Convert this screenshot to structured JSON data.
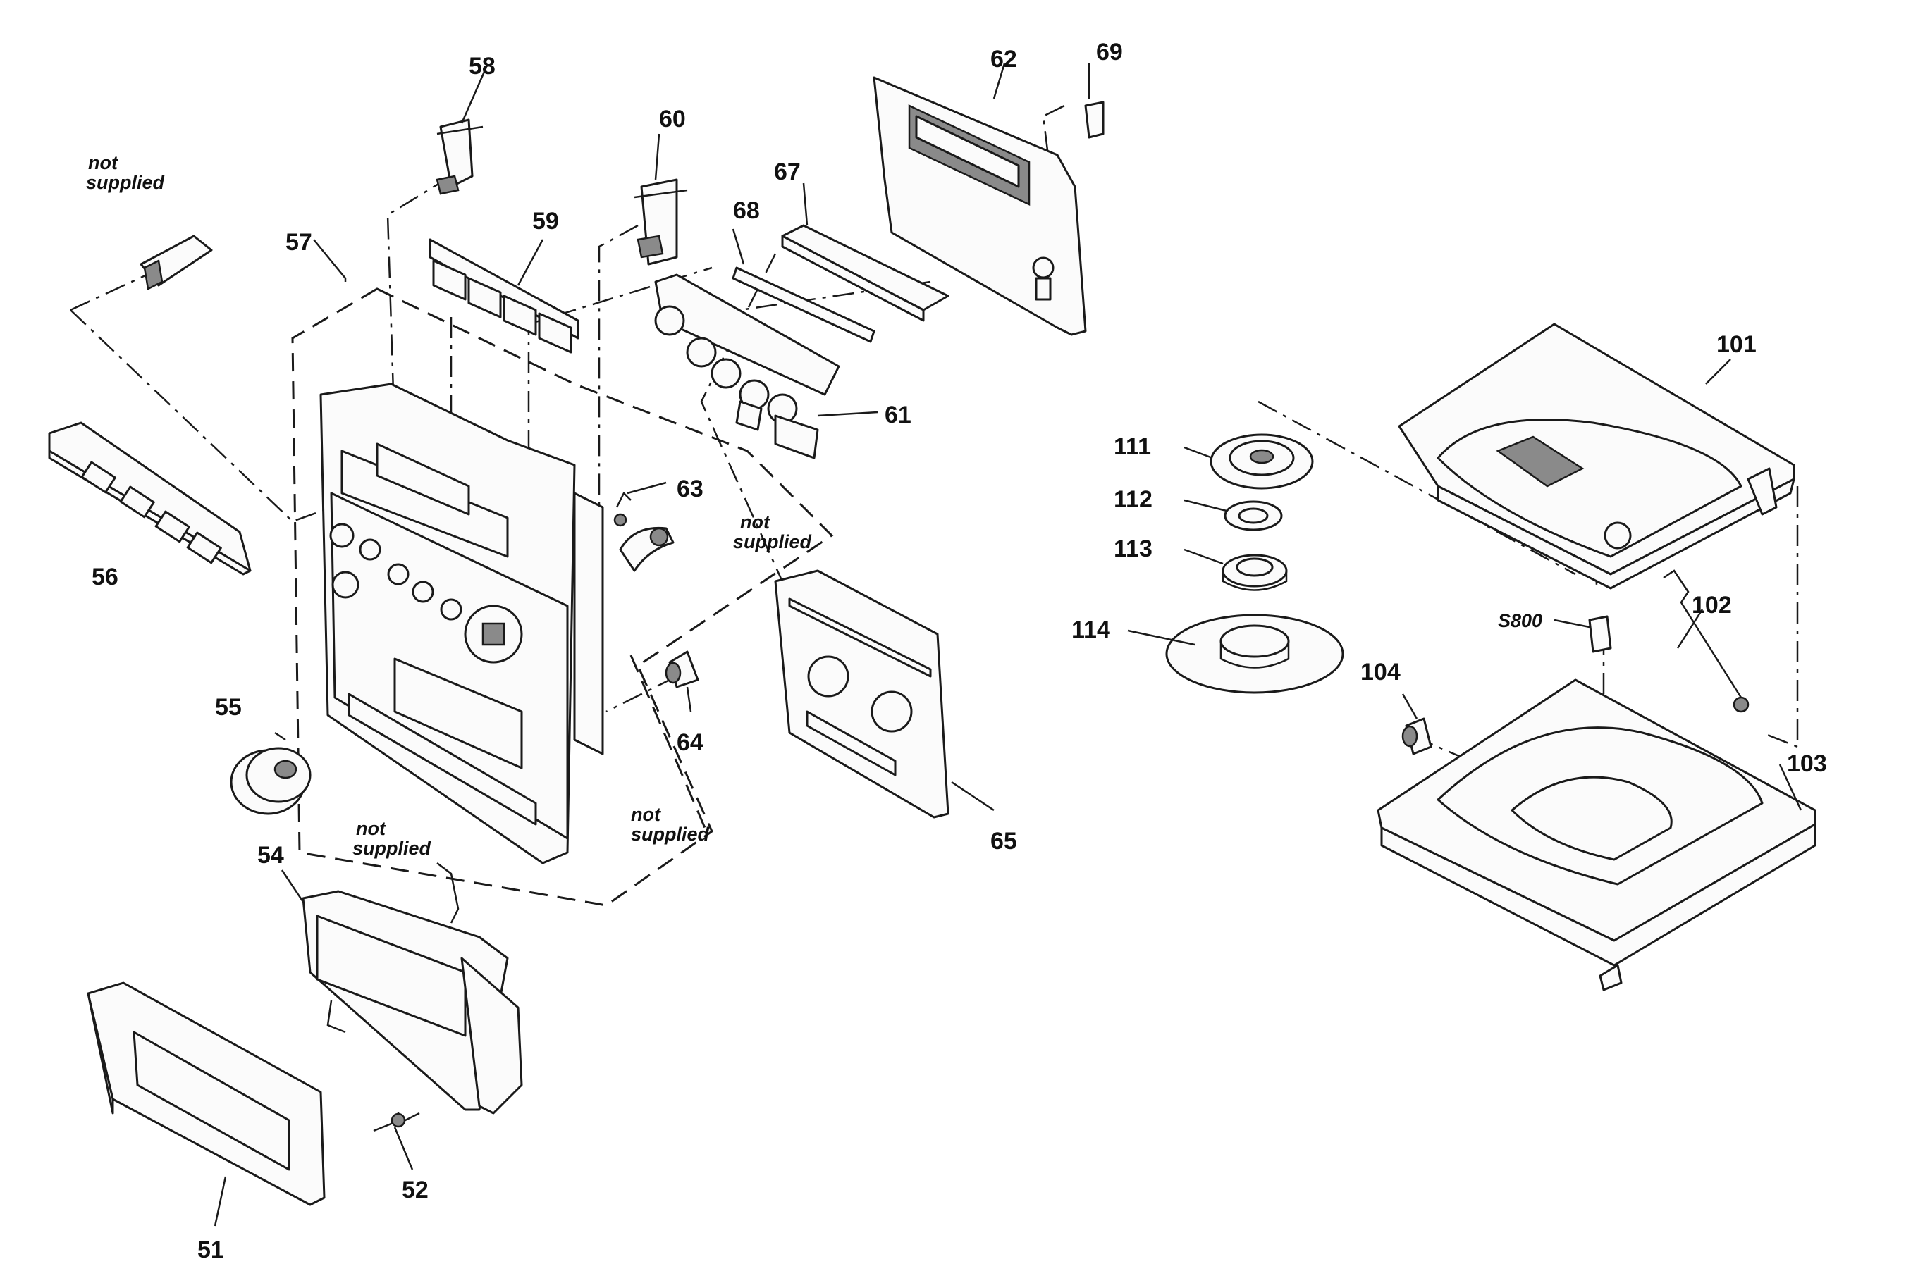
{
  "labels": {
    "p51": "51",
    "p52": "52",
    "p54": "54",
    "p55": "55",
    "p56": "56",
    "p57": "57",
    "p58": "58",
    "p59": "59",
    "p60": "60",
    "p61": "61",
    "p62": "62",
    "p63": "63",
    "p64": "64",
    "p65": "65",
    "p67": "67",
    "p68": "68",
    "p69": "69",
    "p101": "101",
    "p102": "102",
    "p103": "103",
    "p104": "104",
    "p111": "111",
    "p112": "112",
    "p113": "113",
    "p114": "114",
    "s800": "S800"
  },
  "notes": {
    "line1": "not",
    "line2": "supplied"
  }
}
